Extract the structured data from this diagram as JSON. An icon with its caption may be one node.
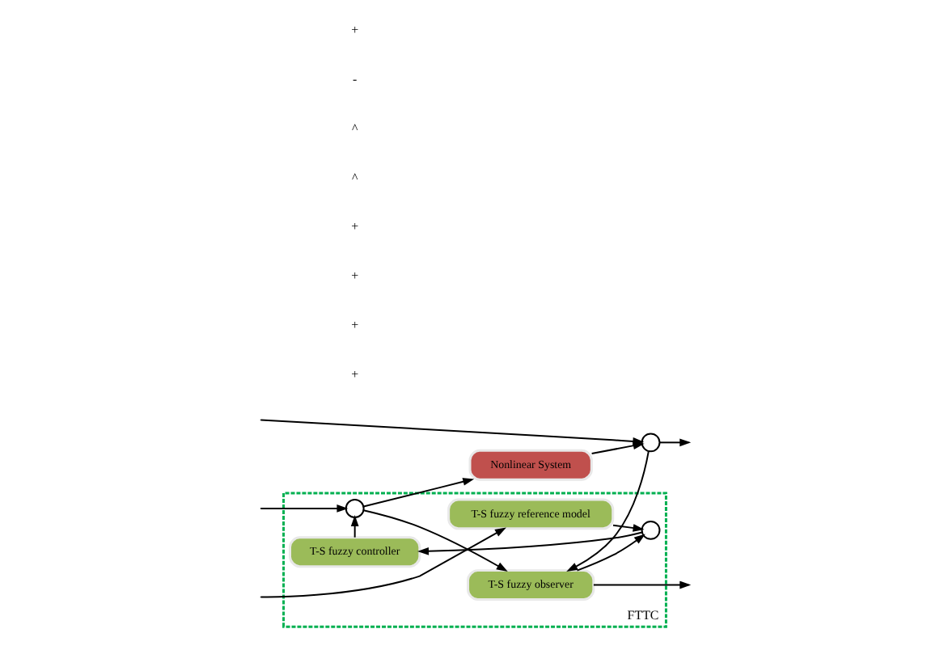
{
  "diagram": {
    "nodes": [
      {
        "text": [
          "FTTC"
        ]
      },
      {
        "text": [],
        "shape": "circle",
        "in": 0
      },
      {
        "text": [
          "Nonlinear System"
        ]
      },
      {
        "text": [],
        "shape": "circle"
      },
      {
        "text": [
          "T-S fuzzy observer"
        ],
        "in": 0
      },
      {
        "text": [
          "T-S fuzzy controller"
        ],
        "in": 0
      },
      {
        "text": [],
        "shape": "circle",
        "in": 0
      },
      {
        "text": [
          "T-S fuzzy reference model"
        ],
        "in": 0
      }
    ],
    "edges": [
      {
        "from": null,
        "to": 1,
        "arrow": "to"
      },
      {
        "from": null,
        "to": 7,
        "arrow": "to"
      },
      {
        "from": 1,
        "to": 2,
        "arrow": "to"
      },
      {
        "from": 2,
        "to": 3,
        "arrow": "to"
      },
      {
        "from": null,
        "to": 3,
        "arrow": "to"
      },
      {
        "from": 3,
        "to": null,
        "arrow": "to"
      },
      {
        "from": 3,
        "to": 4,
        "arrow": "to"
      },
      {
        "from": 1,
        "to": 4,
        "arrow": "to"
      },
      {
        "from": 4,
        "to": null,
        "arrow": "to"
      },
      {
        "from": 4,
        "to": 6,
        "arrow": "to"
      },
      {
        "from": 7,
        "to": 6,
        "arrow": "to"
      },
      {
        "from": 6,
        "to": 5,
        "arrow": "to"
      },
      {
        "from": 5,
        "to": 1,
        "arrow": "to"
      }
    ],
    "labels": [
      "+",
      "+",
      "+",
      "+",
      "^",
      "^",
      "-",
      "+"
    ]
  }
}
